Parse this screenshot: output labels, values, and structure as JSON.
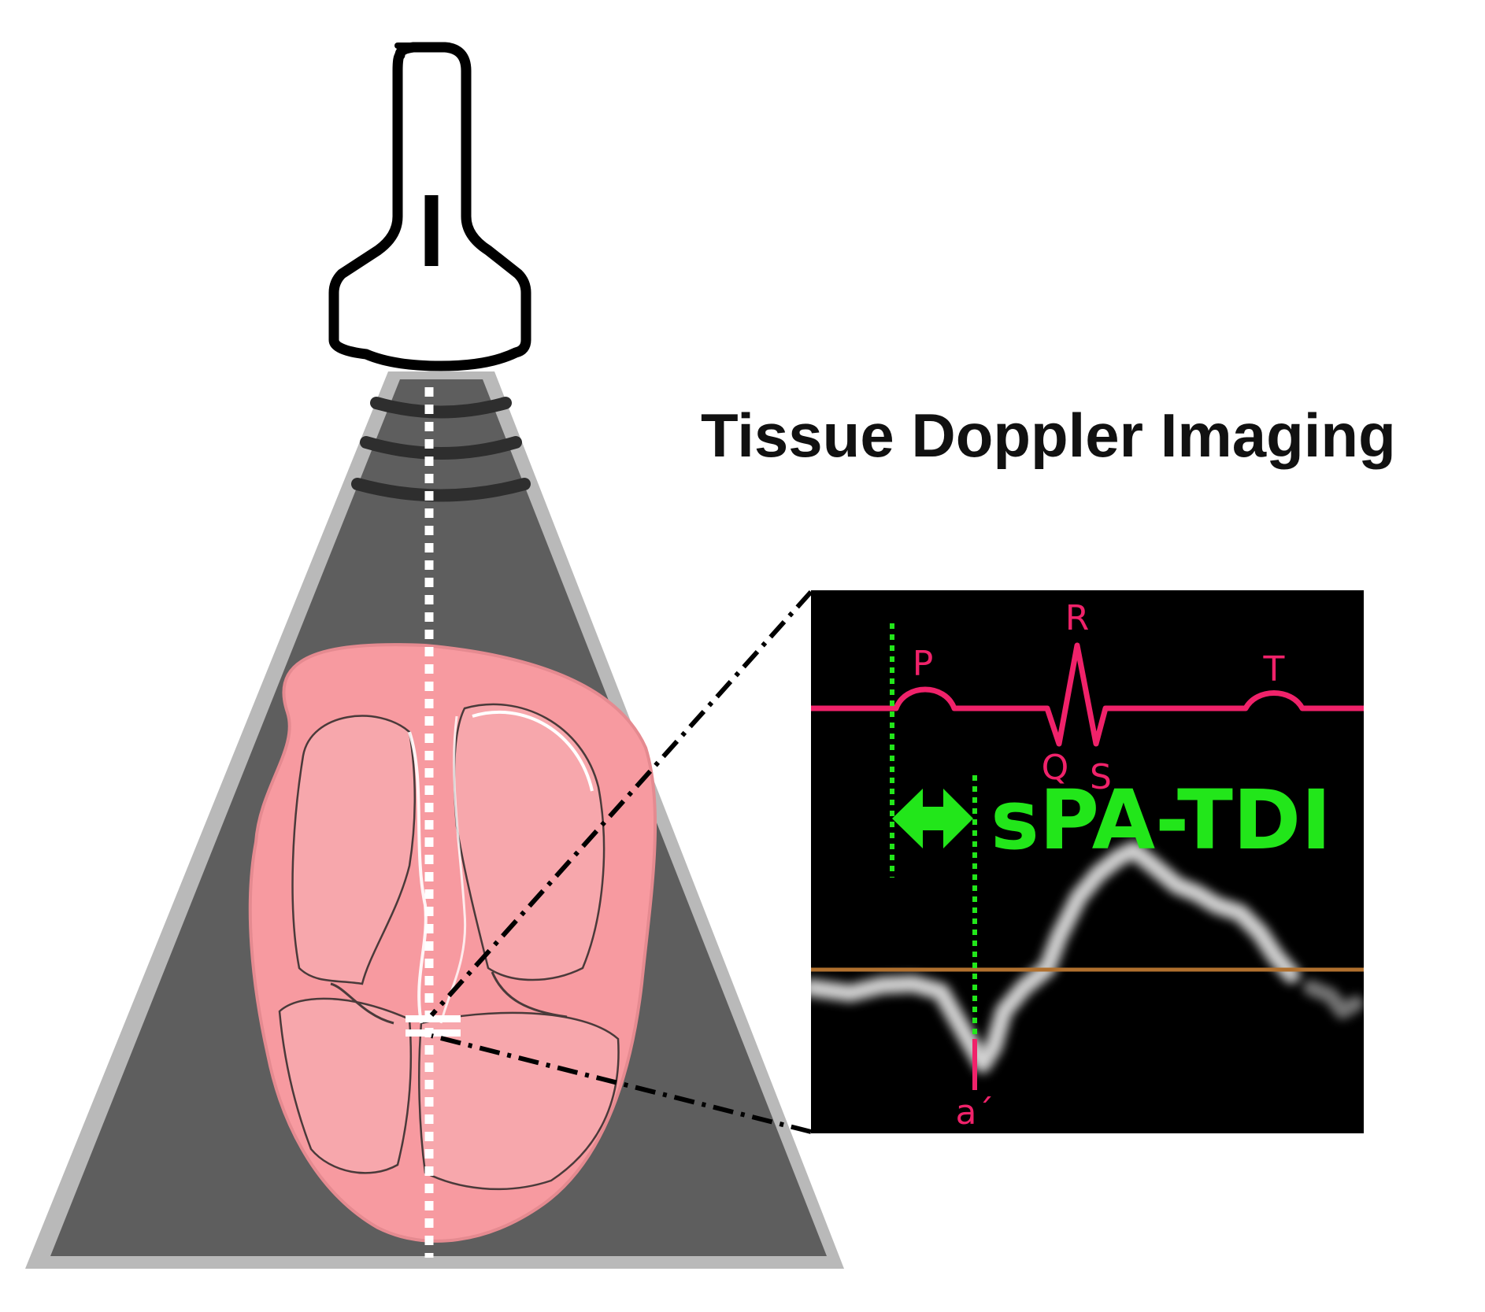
{
  "title": "Tissue Doppler Imaging",
  "ecg": {
    "waves": {
      "p": "P",
      "q": "Q",
      "r": "R",
      "s": "S",
      "t": "T"
    }
  },
  "tdi": {
    "interval_label": "sPA-TDI",
    "peak_label": "a´"
  },
  "colors": {
    "ecg_trace": "#f0226a",
    "interval_marker": "#22e61a",
    "baseline": "#b0702e",
    "doppler_panel": "#000000",
    "ultrasound_sector": "#5e5e5e",
    "heart": "#f79aa0"
  },
  "icons": {
    "probe": "ultrasound-probe-icon",
    "heart": "heart-four-chamber-icon",
    "arrow": "double-arrow-icon"
  }
}
